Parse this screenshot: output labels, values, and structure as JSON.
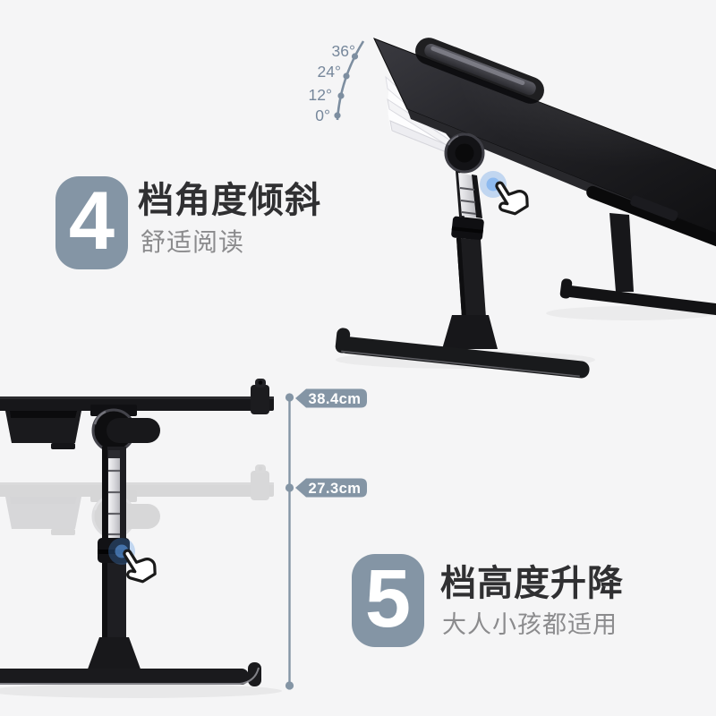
{
  "page": {
    "background_color": "#f5f5f6",
    "accent_color": "#8495a5",
    "glow_color": "#4a90e0",
    "title_color": "#303032",
    "subtitle_color": "#8b8b8d",
    "product_color": "#1a1a1d"
  },
  "features": {
    "tilt": {
      "number": "4",
      "title": "档角度倾斜",
      "subtitle": "舒适阅读",
      "angle_labels": [
        "36°",
        "24°",
        "12°",
        "0°"
      ]
    },
    "lift": {
      "number": "5",
      "title": "档高度升降",
      "subtitle": "大人小孩都适用",
      "height_labels": [
        "38.4cm",
        "27.3cm"
      ]
    }
  },
  "icons": {
    "touch_pointer": "hand-pointer-icon",
    "touch_glow": "blue-radial-glow",
    "measure_dot": "round-dot",
    "measure_tag": "arrow-pill-tag"
  }
}
